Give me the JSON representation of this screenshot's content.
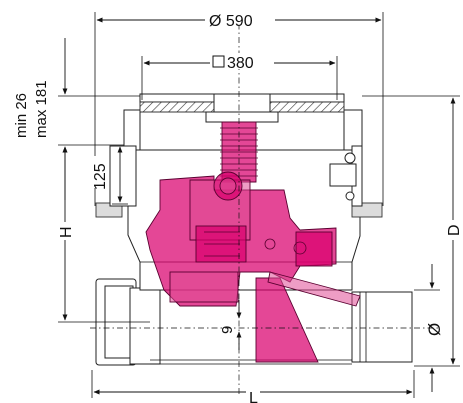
{
  "dimensions": {
    "outer_diameter": "Ø 590",
    "grate_size": "380",
    "min_label": "min 26",
    "max_label": "max 181",
    "height_125": "125",
    "height_h": "H",
    "depth_d": "D",
    "gap_9": "9",
    "pipe_diameter": "Ø",
    "length_l": "L"
  },
  "colors": {
    "trap": "#d9006e",
    "line": "#111111"
  },
  "icons": {
    "square_symbol": "square-icon"
  }
}
